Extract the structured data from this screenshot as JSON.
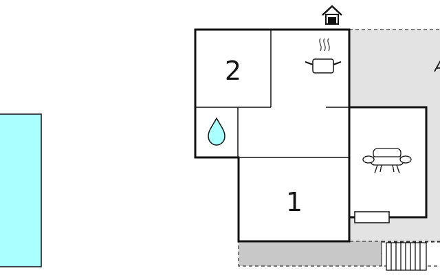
{
  "floorplan": {
    "rooms": [
      {
        "label": "2"
      },
      {
        "label": "1"
      }
    ],
    "terrace_mark": "A",
    "icons": {
      "entrance": "house-entrance-icon",
      "kitchen": "cooking-pot-icon",
      "bathroom": "water-drop-icon",
      "living": "sofa-icon",
      "radiator": "radiator-icon",
      "stairs": "stairs-icon"
    },
    "colors": {
      "pool": "#aaffff",
      "terrace": "#e3e3e3",
      "path": "#c8c8c8",
      "wall": "#111111",
      "water": "#aaffff"
    }
  }
}
